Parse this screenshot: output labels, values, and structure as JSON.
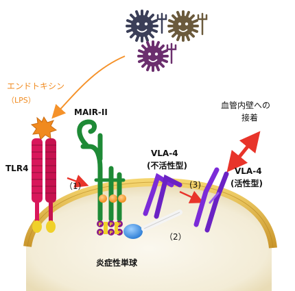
{
  "labels": {
    "endotoxin": "エンドトキシン",
    "lps": "（LPS）",
    "mair": "MAIR-II",
    "tlr4": "TLR4",
    "vla4_inactive_name": "VLA-4",
    "vla4_inactive_state": "(不活性型)",
    "vla4_active_name": "VLA-4",
    "vla4_active_state": "(活性型)",
    "adhesion_line1": "血管内壁への",
    "adhesion_line2": "接着",
    "step1": "（1）",
    "step2": "（2）",
    "step3": "(3)",
    "cell": "炎症性単球",
    "p": "P"
  },
  "colors": {
    "endotoxin_text": "#f08a1f",
    "orange_arrow": "#f5922a",
    "tlr4": "#d8175b",
    "mair": "#1e8a36",
    "vla4": "#7b2bd8",
    "cell_membrane": "#d7b04c",
    "phospho": "#8a1a8a",
    "red_arrow": "#e8342a"
  },
  "icons": [
    "bacteria-icon",
    "endotoxin-star-icon",
    "double-arrow-icon"
  ]
}
